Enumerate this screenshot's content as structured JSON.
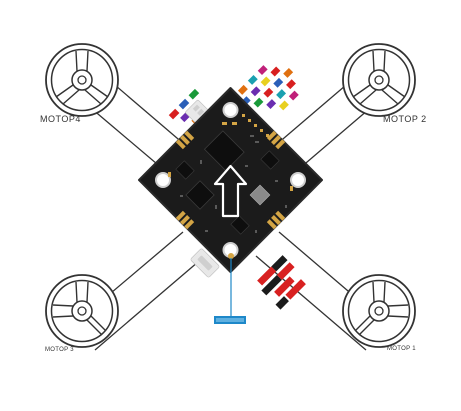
{
  "motors": {
    "top_left": "MOTOP4",
    "top_right": "MOTOP 2",
    "bottom_left": "MOTOP 3",
    "bottom_right": "MOTOP 1"
  },
  "colors": {
    "board": "#1b1b1b",
    "board_edge": "#2a2a2a",
    "frame_line": "#333333",
    "pad_gold": "#d4a545",
    "connector": "#e8e8e8",
    "cam_tag": "#1e88c9",
    "label_red": "#d82020",
    "label_blue": "#2a5fb8",
    "label_purple": "#6a2db0",
    "label_yellow": "#e8d020",
    "label_green": "#1a9a3a",
    "label_orange": "#e07010",
    "label_teal": "#1aa0b0",
    "label_magenta": "#c0207a"
  },
  "icons": {
    "forward_arrow": "arrow-up-icon",
    "propeller": "propeller-icon"
  }
}
